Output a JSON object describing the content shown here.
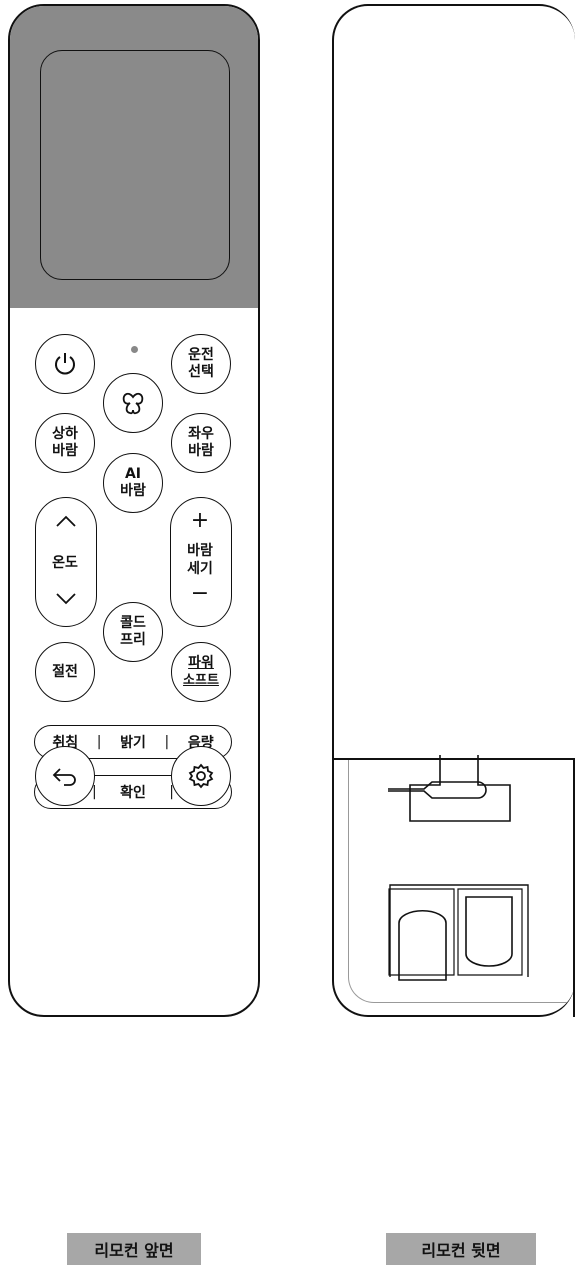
{
  "front": {
    "caption": "리모컨 앞면",
    "buttons": {
      "mode_line1": "운전",
      "mode_line2": "선택",
      "vertical_line1": "상하",
      "vertical_line2": "바람",
      "horizontal_line1": "좌우",
      "horizontal_line2": "바람",
      "ai_line1": "AI",
      "ai_line2": "바람",
      "temp": "온도",
      "fan_plus": "+",
      "fan_line1": "바람",
      "fan_line2": "세기",
      "fan_minus": "−",
      "cold_line1": "콜드",
      "cold_line2": "프리",
      "save": "절전",
      "power_line1": "파워",
      "power_line2": "소프트"
    },
    "bar1": {
      "left": "취침",
      "mid": "밝기",
      "right": "음량",
      "sep": "|"
    },
    "bar2": {
      "left": "〈",
      "mid": "확인",
      "right": "〉",
      "sep": "|"
    }
  },
  "back": {
    "caption": "리모컨 뒷면"
  }
}
